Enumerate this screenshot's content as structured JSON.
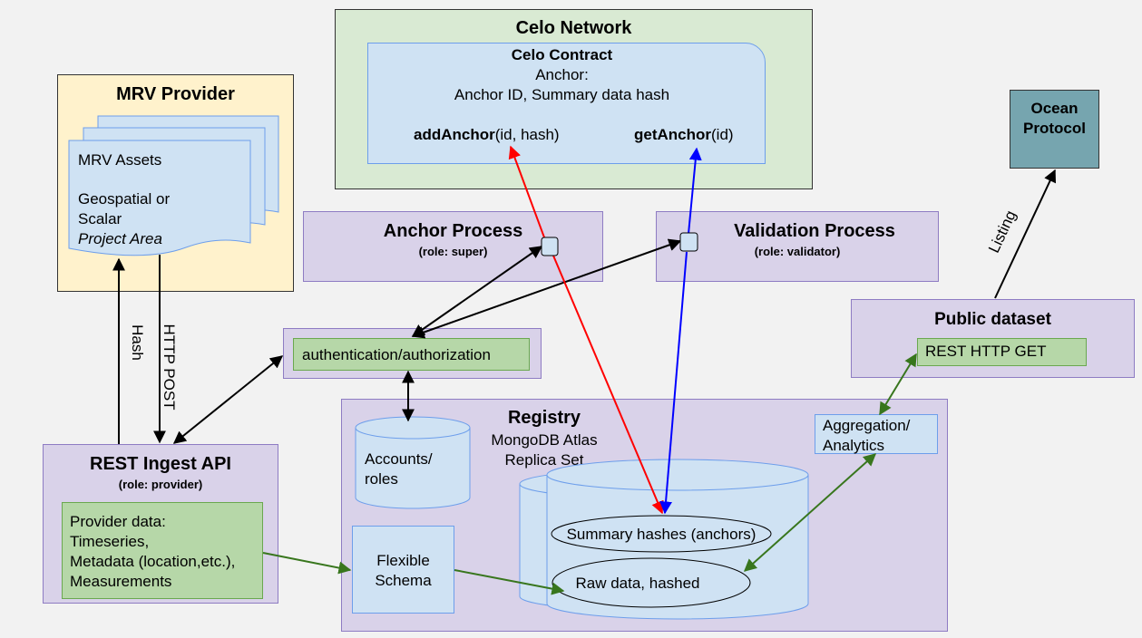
{
  "celo_network": {
    "title": "Celo Network",
    "contract_title": "Celo Contract",
    "anchor_label": "Anchor:",
    "anchor_fields": "Anchor ID, Summary data hash",
    "add_fn": "addAnchor",
    "add_args": "(id, hash)",
    "get_fn": "getAnchor",
    "get_args": "(id)"
  },
  "mrv_provider": {
    "title": "MRV Provider",
    "assets_line1": "MRV Assets",
    "assets_line2": "Geospatial or",
    "assets_line3": "Scalar",
    "assets_line4": "Project Area"
  },
  "ocean_protocol": {
    "title_line1": "Ocean",
    "title_line2": "Protocol"
  },
  "anchor_process": {
    "title": "Anchor Process",
    "role": "(role: super)"
  },
  "validation_process": {
    "title": "Validation Process",
    "role": "(role: validator)"
  },
  "auth": {
    "label": "authentication/authorization"
  },
  "public_dataset": {
    "title": "Public dataset",
    "endpoint": "REST HTTP GET"
  },
  "listing_label": "Listing",
  "hash_label": "Hash",
  "http_post_label": "HTTP POST",
  "registry": {
    "title": "Registry",
    "subtitle1": "MongoDB Atlas",
    "subtitle2": "Replica Set",
    "accounts_line1": "Accounts/",
    "accounts_line2": "roles",
    "aggregation_line1": "Aggregation/",
    "aggregation_line2": "Analytics",
    "schema_line1": "Flexible",
    "schema_line2": "Schema",
    "summary_hashes": "Summary hashes (anchors)",
    "raw_data": "Raw data, hashed"
  },
  "rest_ingest": {
    "title": "REST Ingest API",
    "role": "(role: provider)",
    "provider_line1": "Provider data:",
    "provider_line2": "Timeseries,",
    "provider_line3": "Metadata (location,etc.),",
    "provider_line4": "Measurements"
  },
  "colors": {
    "red_flow": "#ff0000",
    "blue_flow": "#0000ff",
    "green_flow": "#38761d",
    "purple_fill": "#d9d2e9",
    "green_fill": "#b6d7a8",
    "blue_fill": "#cfe2f3",
    "yellow_fill": "#fff2cc",
    "ocean_fill": "#76a5af"
  }
}
